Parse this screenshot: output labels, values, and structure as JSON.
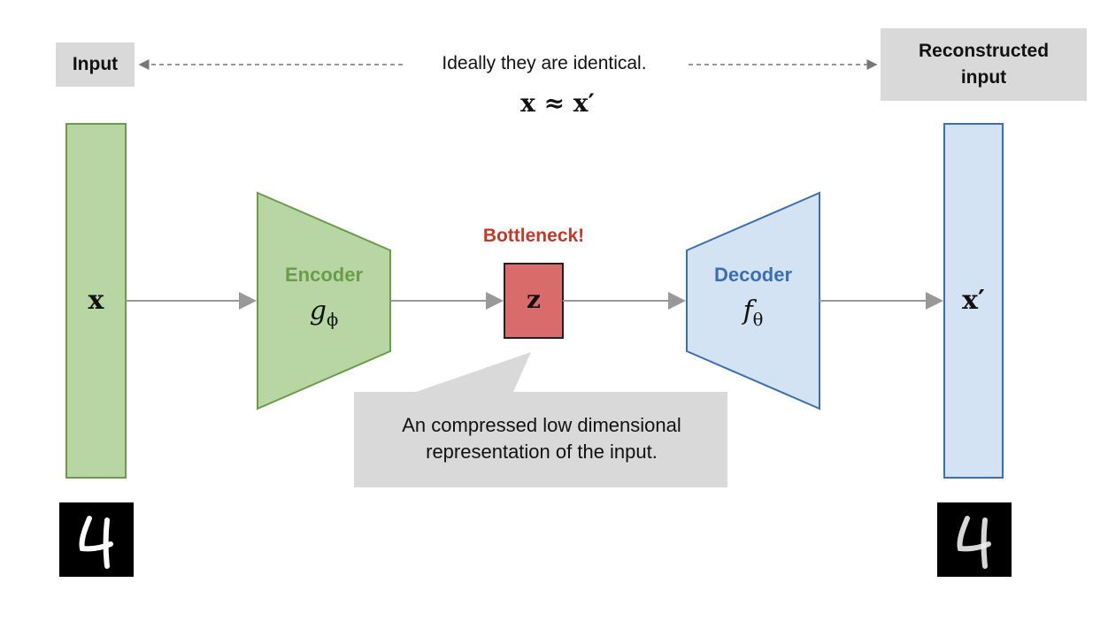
{
  "top": {
    "input_label": "Input",
    "reconstructed_label": "Reconstructed input",
    "caption": "Ideally they are identical.",
    "equation": "x ≈ x′"
  },
  "input_bar": {
    "symbol": "x"
  },
  "encoder": {
    "title": "Encoder",
    "func": "g",
    "sub": "ϕ"
  },
  "bottleneck": {
    "title": "Bottleneck!",
    "symbol": "z"
  },
  "callout": {
    "text": "An compressed low dimensional representation of the input."
  },
  "decoder": {
    "title": "Decoder",
    "func": "f",
    "sub": "θ"
  },
  "output_bar": {
    "symbol": "x′"
  },
  "digits": {
    "input_digit": "4",
    "output_digit": "4"
  },
  "colors": {
    "encoder_green": "#6a9c4a",
    "encoder_fill": "#b7d6a4",
    "decoder_blue": "#3b6fb0",
    "decoder_fill": "#d3e3f3",
    "bottleneck_red": "#c0392b",
    "z_fill": "#d96b6b",
    "callout_gray": "#d9d9d9",
    "arrow_gray": "#999999"
  }
}
